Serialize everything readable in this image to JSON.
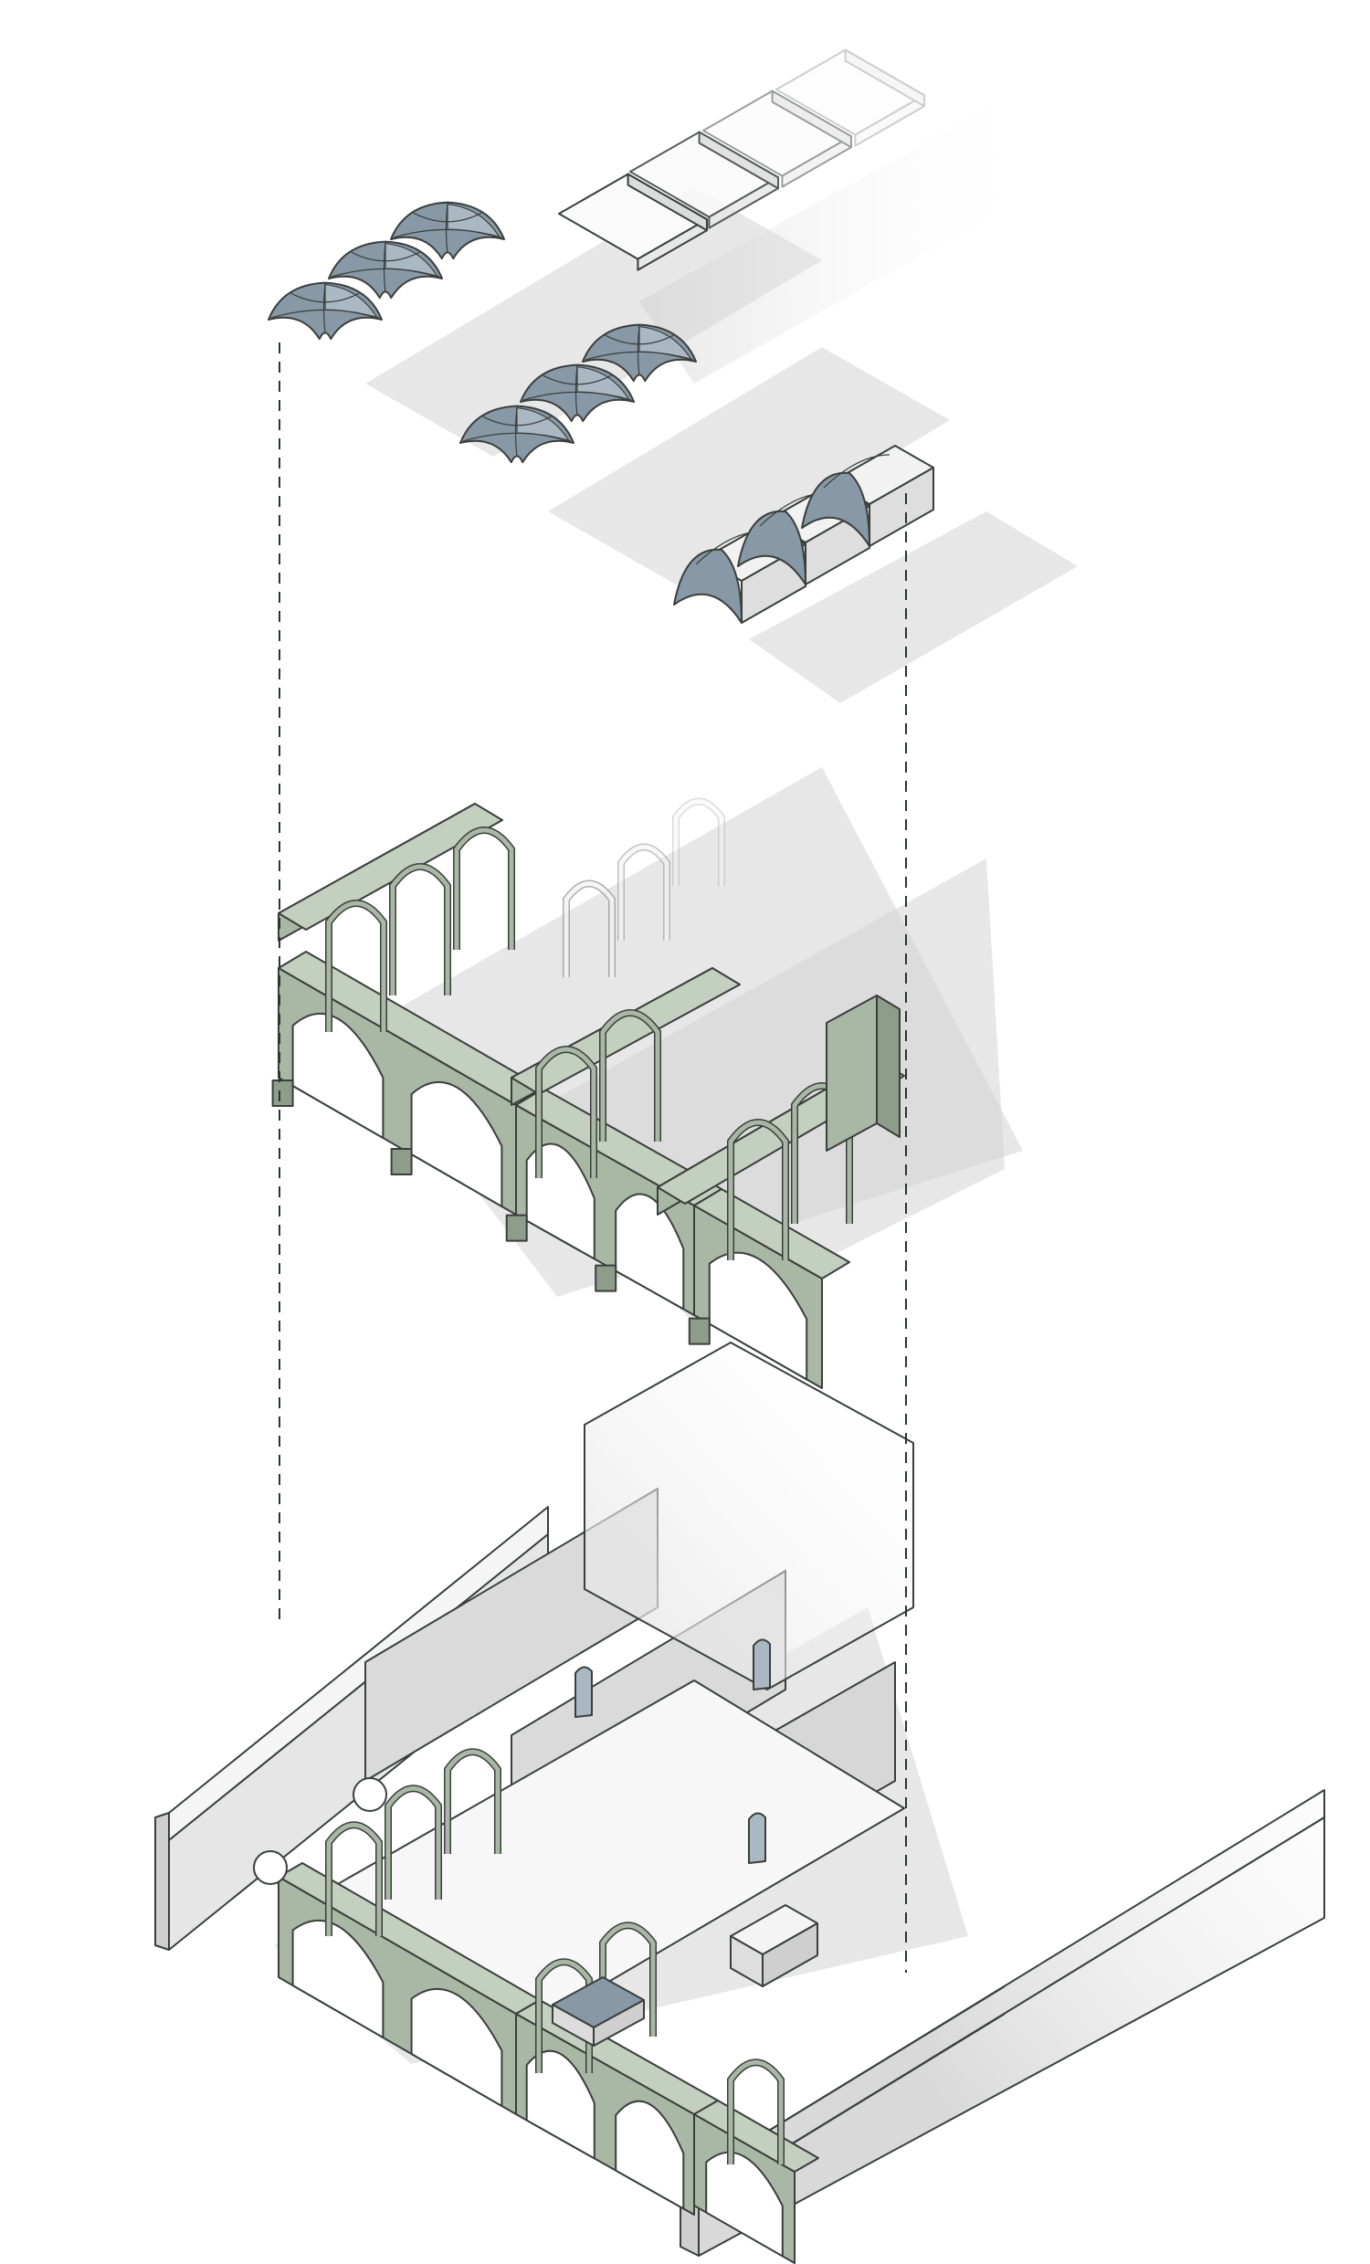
{
  "diagram": {
    "view": "exploded-axonometric",
    "layers": [
      {
        "id": "roof-slabs",
        "kind": "flat roof panels"
      },
      {
        "id": "rib-vaults",
        "kind": "groin vaults"
      },
      {
        "id": "barrel-vaults",
        "kind": "barrel vaults"
      },
      {
        "id": "arcade",
        "kind": "arches and piers"
      },
      {
        "id": "ground-floor",
        "kind": "walls, rooms and fixtures"
      }
    ],
    "colors": {
      "vault": "#8799a6",
      "vault_light": "#a9b8c2",
      "arcade": "#a9b7a5",
      "arcade_dark": "#8e9c8a",
      "wall": "#e6e6e6",
      "wall_side": "#cfcfcf",
      "shadow": "#d4d4d4",
      "line": "#3a3f3c"
    }
  }
}
